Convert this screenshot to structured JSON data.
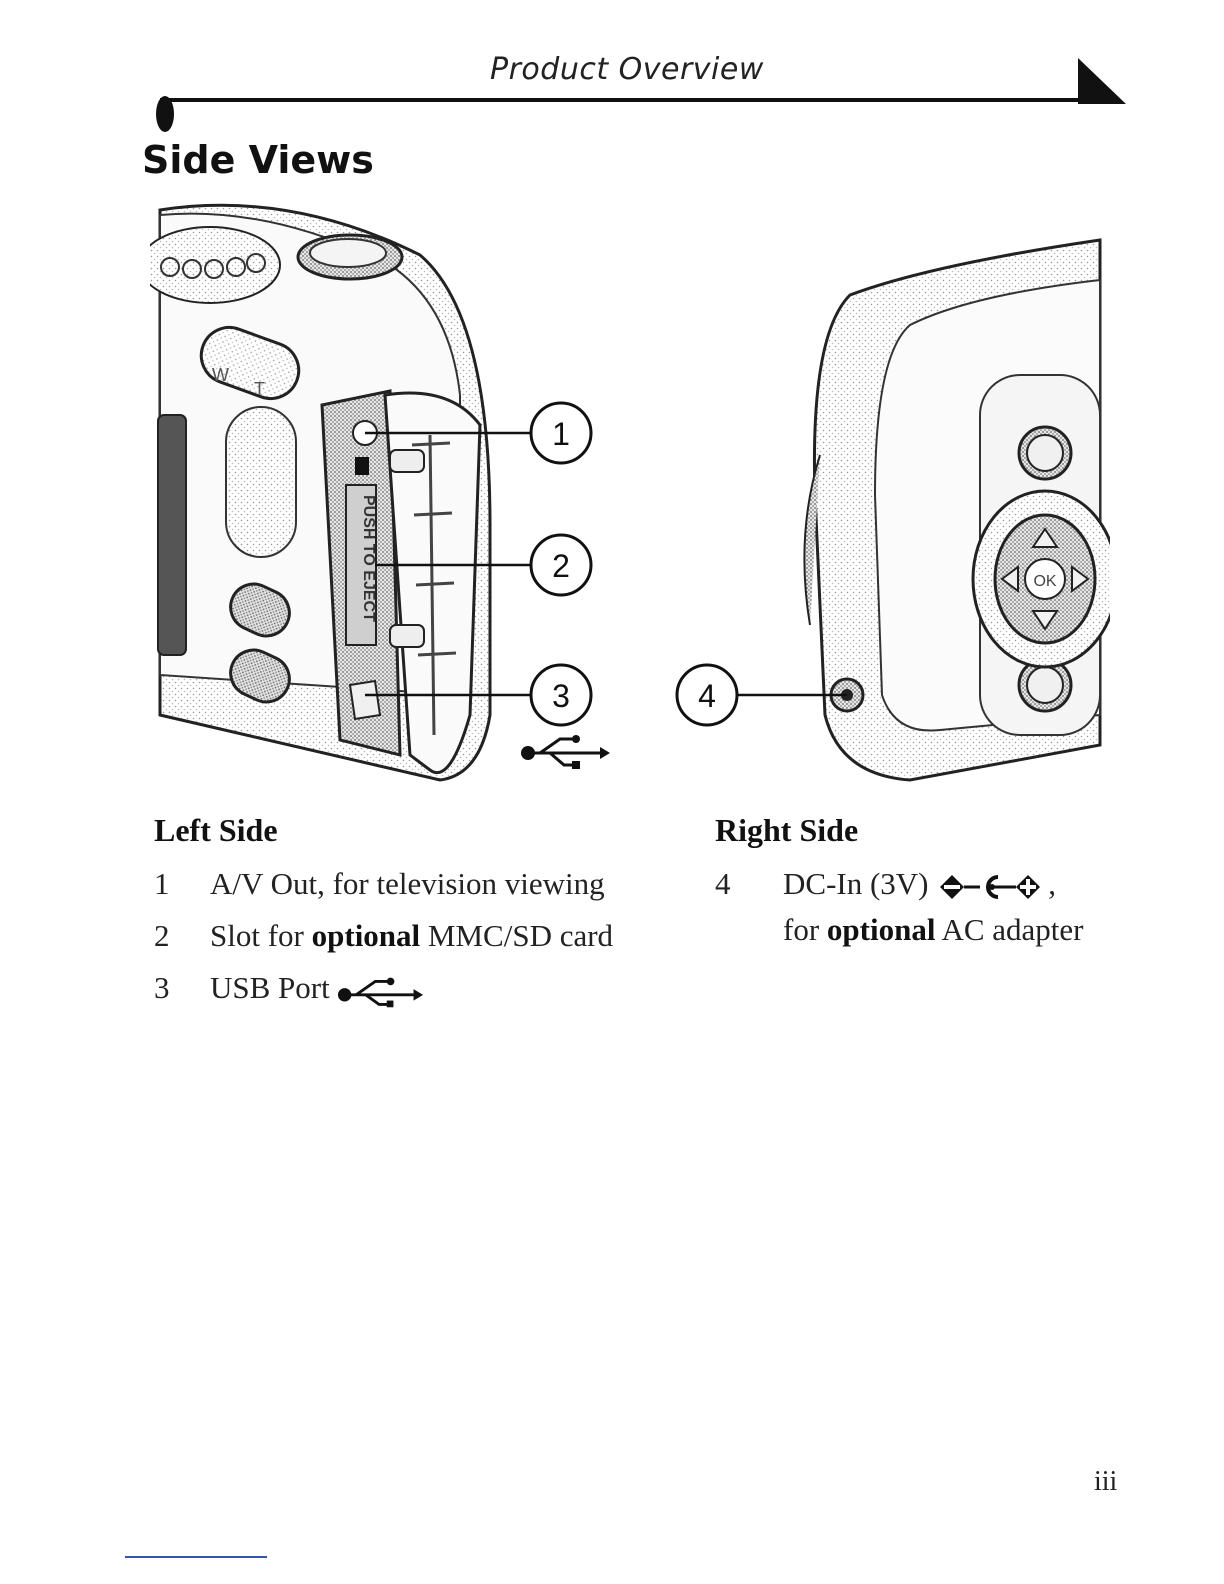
{
  "header": {
    "title": "Product Overview"
  },
  "page_title": "Side Views",
  "callouts": [
    "1",
    "2",
    "3",
    "4"
  ],
  "camera_labels": {
    "zoom_w": "W",
    "zoom_t": "T",
    "ok": "OK",
    "eject_text": "PUSH TO EJECT"
  },
  "left_side": {
    "heading": "Left Side",
    "items": [
      {
        "num": "1",
        "text": "A/V Out, for television viewing"
      },
      {
        "num": "2",
        "pre": "Slot for ",
        "bold": "optional",
        "post": " MMC/SD card"
      },
      {
        "num": "3",
        "text": "USB Port",
        "icon": "usb-icon"
      }
    ]
  },
  "right_side": {
    "heading": "Right Side",
    "items": [
      {
        "num": "4",
        "line1": "DC-In (3V)",
        "icon": "dc-polarity-icon",
        "line1_post": ",",
        "pre": "for ",
        "bold": "optional",
        "post": " AC adapter"
      }
    ]
  },
  "page_number": "iii"
}
